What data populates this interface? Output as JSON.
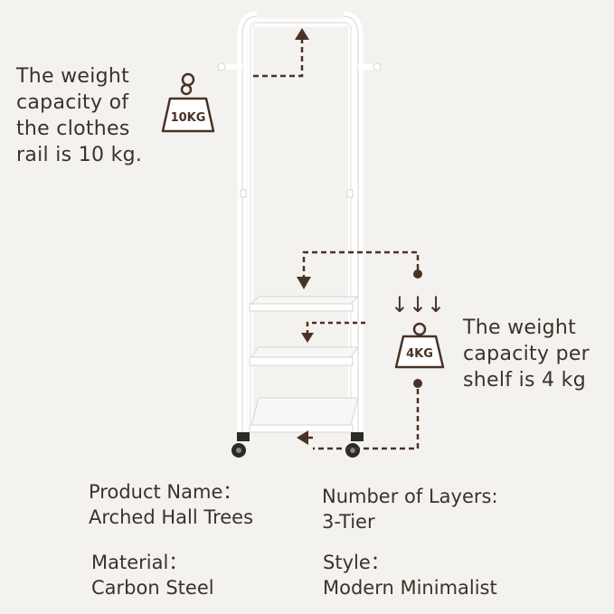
{
  "rail_callout": {
    "lines": [
      "The weight",
      "capacity of",
      "the clothes",
      "rail is 10 kg."
    ],
    "weight_label": "10KG"
  },
  "shelf_callout": {
    "lines": [
      "The weight",
      "capacity per",
      "shelf is 4 kg"
    ],
    "weight_label": "4KG",
    "arrows": "↓↓↓"
  },
  "specs": [
    {
      "label": "Product Name：",
      "value": "Arched Hall Trees"
    },
    {
      "label": "Number of Layers:",
      "value": "3-Tier"
    },
    {
      "label": "Material：",
      "value": "Carbon Steel"
    },
    {
      "label": "Style：",
      "value": "Modern Minimalist"
    }
  ],
  "colors": {
    "background": "#f4f2ef",
    "text": "#3d3128",
    "accent_brown": "#4a3224",
    "frame_white": "#ffffff"
  }
}
